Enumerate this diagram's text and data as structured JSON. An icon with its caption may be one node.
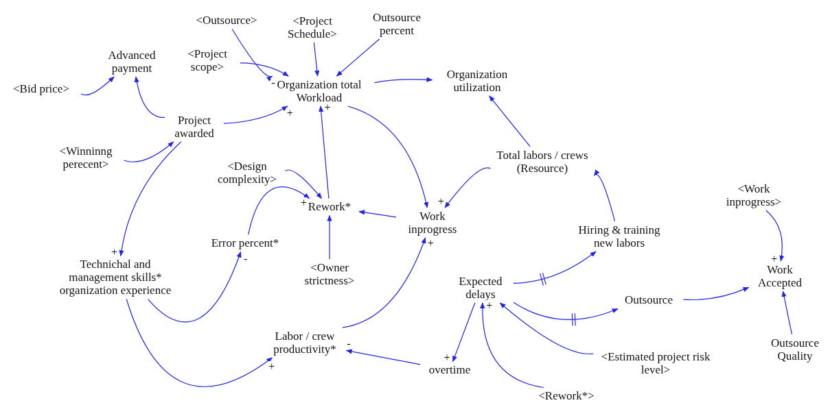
{
  "diagram": {
    "nodes": [
      {
        "text": [
          "<Outsource>"
        ]
      },
      {
        "text": [
          "<Project Schedule>"
        ]
      },
      {
        "text": [
          "Outsource percent"
        ]
      },
      {
        "text": [
          "Advanced payment"
        ]
      },
      {
        "text": [
          "<Project scope>"
        ]
      },
      {
        "text": [
          "<Bid price>"
        ]
      },
      {
        "text": [
          "Organization total Workload"
        ]
      },
      {
        "text": [
          "Organization utilization"
        ]
      },
      {
        "text": [
          "Project awarded"
        ]
      },
      {
        "text": [
          "<Winninng perecent>"
        ]
      },
      {
        "text": [
          "Total labors / crews (Resource)"
        ]
      },
      {
        "text": [
          "<Design complexity>"
        ]
      },
      {
        "text": [
          "<Work inprogress>"
        ]
      },
      {
        "text": [
          "Rework*"
        ]
      },
      {
        "text": [
          "Work inprogress"
        ]
      },
      {
        "text": [
          "Hiring & training new labors"
        ]
      },
      {
        "text": [
          "Error percent*"
        ]
      },
      {
        "text": [
          "Technichal and management skills* organization experience"
        ]
      },
      {
        "text": [
          "Expected delays"
        ]
      },
      {
        "text": [
          "<Owner strictness>"
        ]
      },
      {
        "text": [
          "Work Accepted"
        ]
      },
      {
        "text": [
          "Outsource"
        ]
      },
      {
        "text": [
          "Labor / crew productivity*"
        ]
      },
      {
        "text": [
          "overtime"
        ]
      },
      {
        "text": [
          "<Estimated project risk level>"
        ]
      },
      {
        "text": [
          "Outsource Quality"
        ]
      },
      {
        "text": [
          "<Rework*>"
        ]
      }
    ],
    "edges": [
      {
        "from": 0,
        "to": 6,
        "arrow": "to",
        "label": "-"
      },
      {
        "from": 1,
        "to": 6,
        "arrow": "to"
      },
      {
        "from": 2,
        "to": 6,
        "arrow": "to"
      },
      {
        "from": 4,
        "to": 6,
        "arrow": "to"
      },
      {
        "from": 8,
        "to": 6,
        "arrow": "to",
        "label": "+"
      },
      {
        "from": 5,
        "to": 3,
        "arrow": "to"
      },
      {
        "from": 8,
        "to": 3,
        "arrow": "to"
      },
      {
        "from": 9,
        "to": 8,
        "arrow": "to"
      },
      {
        "from": 8,
        "to": 17,
        "arrow": "to",
        "label": "+"
      },
      {
        "from": 6,
        "to": 7,
        "arrow": "to"
      },
      {
        "from": 6,
        "to": 14,
        "arrow": "to"
      },
      {
        "from": 13,
        "to": 6,
        "arrow": "to",
        "label": "+"
      },
      {
        "from": 11,
        "to": 13,
        "arrow": "to"
      },
      {
        "from": 16,
        "to": 13,
        "arrow": "to",
        "label": "+"
      },
      {
        "from": 19,
        "to": 13,
        "arrow": "to"
      },
      {
        "from": 14,
        "to": 13,
        "arrow": "to"
      },
      {
        "from": 10,
        "to": 14,
        "arrow": "to",
        "label": "+"
      },
      {
        "from": 15,
        "to": 10,
        "arrow": "to"
      },
      {
        "from": 10,
        "to": 7,
        "arrow": "to"
      },
      {
        "from": 22,
        "to": 14,
        "arrow": "to",
        "label": "+"
      },
      {
        "from": 17,
        "to": 16,
        "arrow": "to",
        "label": "-"
      },
      {
        "from": 17,
        "to": 22,
        "arrow": "to",
        "label": "+"
      },
      {
        "from": 23,
        "to": 22,
        "arrow": "to",
        "label": "-"
      },
      {
        "from": 18,
        "to": 23,
        "arrow": "to",
        "label": "+"
      },
      {
        "from": 18,
        "to": 15,
        "arrow": "to"
      },
      {
        "from": 18,
        "to": 21,
        "arrow": "to"
      },
      {
        "from": 21,
        "to": 20,
        "arrow": "to"
      },
      {
        "from": 12,
        "to": 20,
        "arrow": "to",
        "label": "+"
      },
      {
        "from": 25,
        "to": 20,
        "arrow": "to"
      },
      {
        "from": 24,
        "to": 18,
        "arrow": "to"
      },
      {
        "from": 26,
        "to": 18,
        "arrow": "to",
        "label": "+"
      }
    ]
  }
}
